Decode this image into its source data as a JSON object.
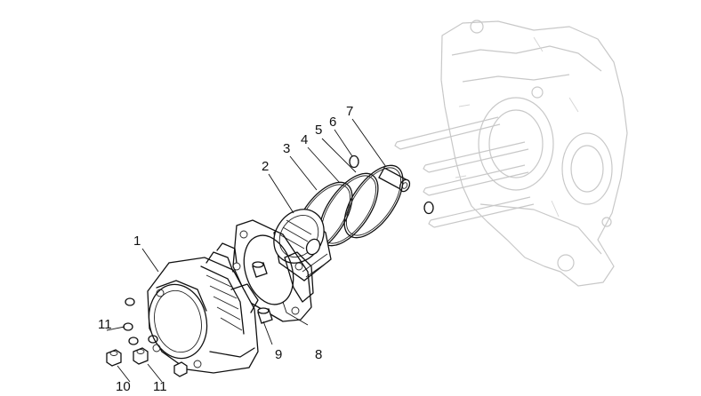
{
  "callouts": {
    "n1": "1",
    "n2": "2",
    "n3": "3",
    "n4": "4",
    "n5": "5",
    "n6": "6",
    "n7": "7",
    "n8": "8",
    "n9": "9",
    "n10": "10",
    "n11a": "11",
    "n11b": "11"
  },
  "colors": {
    "line": "#111111",
    "ghost_engine": "#c8c8c8",
    "background": "#ffffff"
  }
}
